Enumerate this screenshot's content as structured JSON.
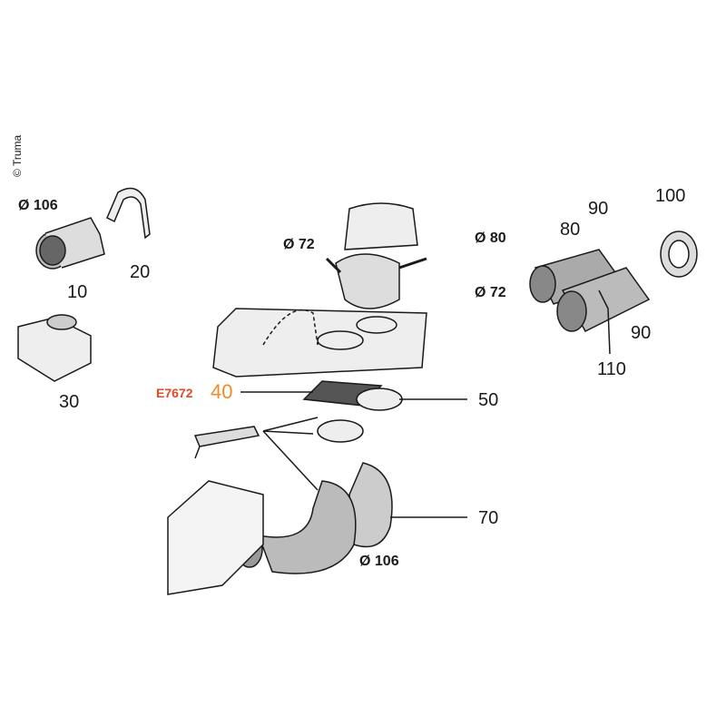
{
  "copyright": "© Truma",
  "labels": {
    "d106_top": "Ø 106",
    "p10": "10",
    "p20": "20",
    "p30": "30",
    "d72_center": "Ø 72",
    "code": "E7672",
    "p40": "40",
    "p50": "50",
    "p70": "70",
    "d106_bottom": "Ø 106",
    "d80": "Ø 80",
    "p80": "80",
    "p90_top": "90",
    "p100": "100",
    "d72_right": "Ø 72",
    "p90_bottom": "90",
    "p110": "110"
  },
  "colors": {
    "code": "#e04a28",
    "p40": "#f08a2c",
    "ink": "#1a1a1a"
  }
}
